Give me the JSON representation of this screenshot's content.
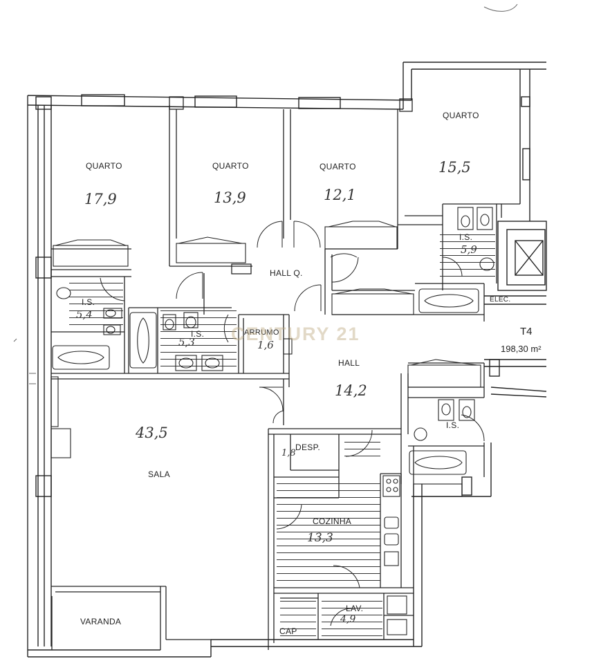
{
  "plan": {
    "typology": "T4",
    "total_area": "198,30 m²",
    "watermark": "CENTURY 21",
    "rooms": [
      {
        "id": "quarto-1",
        "label": "QUARTO",
        "area": "17,9"
      },
      {
        "id": "quarto-2",
        "label": "QUARTO",
        "area": "13,9"
      },
      {
        "id": "quarto-3",
        "label": "QUARTO",
        "area": "12,1"
      },
      {
        "id": "quarto-4",
        "label": "QUARTO",
        "area": "15,5"
      },
      {
        "id": "hall-q",
        "label": "HALL Q.",
        "area": ""
      },
      {
        "id": "is-1",
        "label": "I.S.",
        "area": "5,4"
      },
      {
        "id": "is-2",
        "label": "I.S.",
        "area": "5,3"
      },
      {
        "id": "is-3",
        "label": "I.S.",
        "area": "5,9"
      },
      {
        "id": "is-4",
        "label": "I.S.",
        "area": ""
      },
      {
        "id": "arrumo",
        "label": "ARRUMO",
        "area": "1,6"
      },
      {
        "id": "hall",
        "label": "HALL",
        "area": "14,2"
      },
      {
        "id": "sala",
        "label": "SALA",
        "area": "43,5"
      },
      {
        "id": "desp",
        "label": "DESP.",
        "area": "1,8"
      },
      {
        "id": "cozinha",
        "label": "COZINHA",
        "area": "13,3"
      },
      {
        "id": "lav",
        "label": "LAV.",
        "area": "4,9"
      },
      {
        "id": "varanda",
        "label": "VARANDA",
        "area": ""
      },
      {
        "id": "cap",
        "label": "CAP",
        "area": ""
      },
      {
        "id": "elec",
        "label": "ELEC.",
        "area": ""
      }
    ]
  }
}
